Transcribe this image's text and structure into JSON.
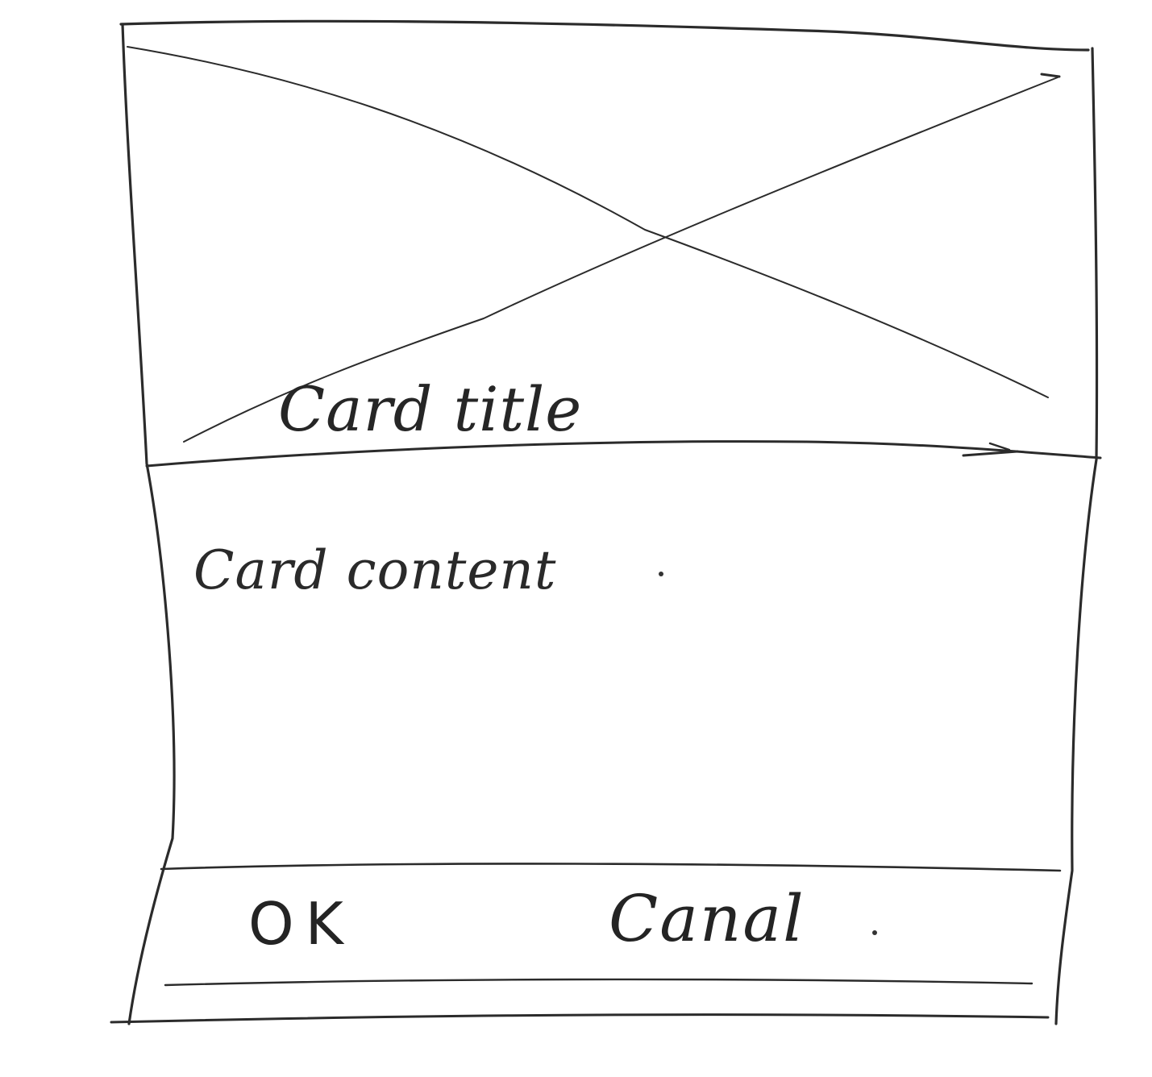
{
  "card": {
    "title": "Card title",
    "content": "Card content",
    "media": {
      "icon": "image-placeholder-icon"
    },
    "actions": {
      "ok_label": "OK",
      "cancel_label": "Canal"
    }
  }
}
